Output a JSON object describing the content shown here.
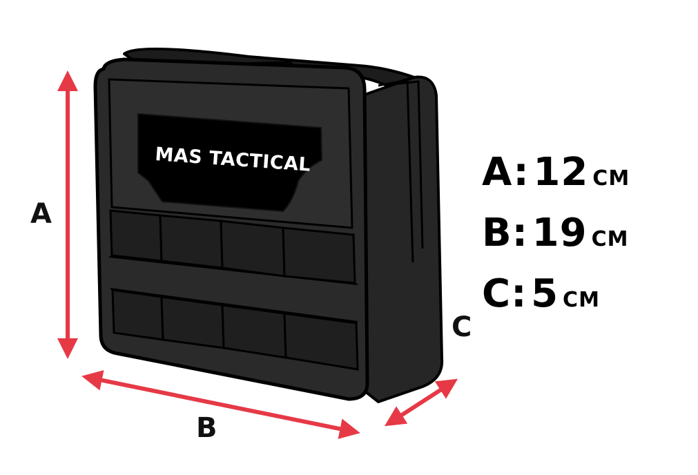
{
  "product": {
    "brand_label": "MAS TACTICAL"
  },
  "dimension_labels": {
    "a": "A",
    "b": "B",
    "c": "C"
  },
  "specs": [
    {
      "key": "A:",
      "value": "12",
      "unit": "CM"
    },
    {
      "key": "B:",
      "value": "19",
      "unit": "CM"
    },
    {
      "key": "C:",
      "value": "5",
      "unit": "CM"
    }
  ],
  "colors": {
    "arrow": "#e63946",
    "pouch_body": "#2a2a2a",
    "pouch_outline": "#000000"
  }
}
